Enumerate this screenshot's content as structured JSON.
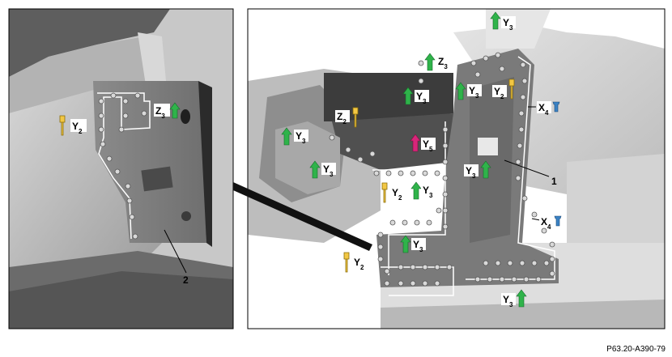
{
  "figure_code": "P63.20-A390-79",
  "colors": {
    "y2_clip": "#f2c743",
    "y3_arrow": "#2fb34a",
    "y5_arrow": "#d9267a",
    "x4_rivet": "#3b82c4",
    "z_clip": "#f2c743"
  },
  "callouts": {
    "left": {
      "y2": {
        "letter": "Y",
        "sub": "2"
      },
      "z3": {
        "letter": "Z",
        "sub": "3"
      },
      "ref2": "2"
    },
    "right": {
      "y3_top": {
        "letter": "Y",
        "sub": "3"
      },
      "z3": {
        "letter": "Z",
        "sub": "3"
      },
      "y3_upper_mid": {
        "letter": "Y",
        "sub": "3"
      },
      "y3_upper_right": {
        "letter": "Y",
        "sub": "3"
      },
      "y2_upper_right": {
        "letter": "Y",
        "sub": "2"
      },
      "x4_upper": {
        "letter": "X",
        "sub": "4"
      },
      "z2": {
        "letter": "Z",
        "sub": "2"
      },
      "y3_left": {
        "letter": "Y",
        "sub": "3"
      },
      "y5": {
        "letter": "Y",
        "sub": "5"
      },
      "y3_left_lower": {
        "letter": "Y",
        "sub": "3"
      },
      "y3_center": {
        "letter": "Y",
        "sub": "3"
      },
      "y2_center": {
        "letter": "Y",
        "sub": "2"
      },
      "y3_center2": {
        "letter": "Y",
        "sub": "3"
      },
      "ref1": "1",
      "x4_lower": {
        "letter": "X",
        "sub": "4"
      },
      "y3_lower": {
        "letter": "Y",
        "sub": "3"
      },
      "y2_lower_left": {
        "letter": "Y",
        "sub": "2"
      },
      "y3_bottom": {
        "letter": "Y",
        "sub": "3"
      }
    }
  }
}
